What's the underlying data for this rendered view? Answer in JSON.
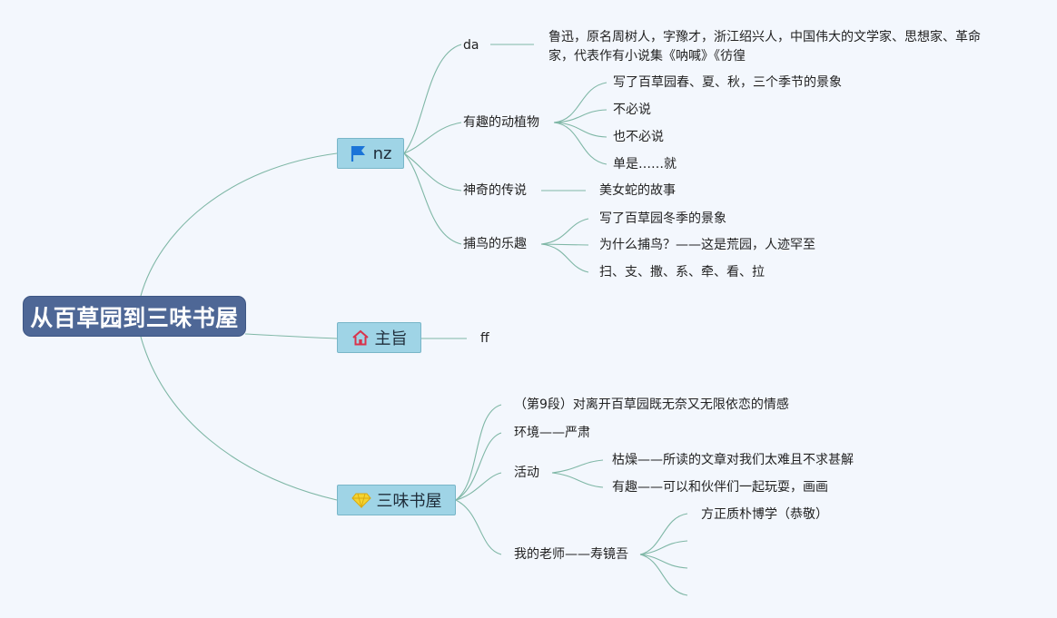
{
  "root": {
    "title": "从百草园到三味书屋"
  },
  "branches": {
    "nz": {
      "label": "nz",
      "icon": "flag-icon",
      "da": {
        "label": "da",
        "detail": "鲁迅，原名周树人，字豫才，浙江绍兴人，中国伟大的文学家、思想家、革命家，代表作有小说集《呐喊》《彷徨"
      },
      "plants": {
        "label": "有趣的动植物",
        "items": [
          "写了百草园春、夏、秋，三个季节的景象",
          "不必说",
          "也不必说",
          "单是……就"
        ]
      },
      "legend": {
        "label": "神奇的传说",
        "items": [
          "美女蛇的故事"
        ]
      },
      "birds": {
        "label": "捕鸟的乐趣",
        "items": [
          "写了百草园冬季的景象",
          "为什么捕鸟？——这是荒园，人迹罕至",
          "扫、支、撒、系、牵、看、拉"
        ]
      }
    },
    "theme": {
      "label": "主旨",
      "icon": "home-icon",
      "ff": "ff"
    },
    "sanwei": {
      "label": "三味书屋",
      "icon": "diamond-icon",
      "para9": "（第9段）对离开百草园既无奈又无限依恋的情感",
      "env": "环境——严肃",
      "activity": {
        "label": "活动",
        "items": [
          "枯燥——所读的文章对我们太难且不求甚解",
          "有趣——可以和伙伴们一起玩耍，画画"
        ]
      },
      "teacher": {
        "label": "我的老师——寿镜吾",
        "items": [
          "方正质朴博学（恭敬）",
          "",
          "",
          ""
        ]
      }
    }
  },
  "colors": {
    "root_bg": "#4e6796",
    "main_bg": "#9fd4e6",
    "line": "#7fb7a6",
    "bg": "#f3f7fd"
  }
}
